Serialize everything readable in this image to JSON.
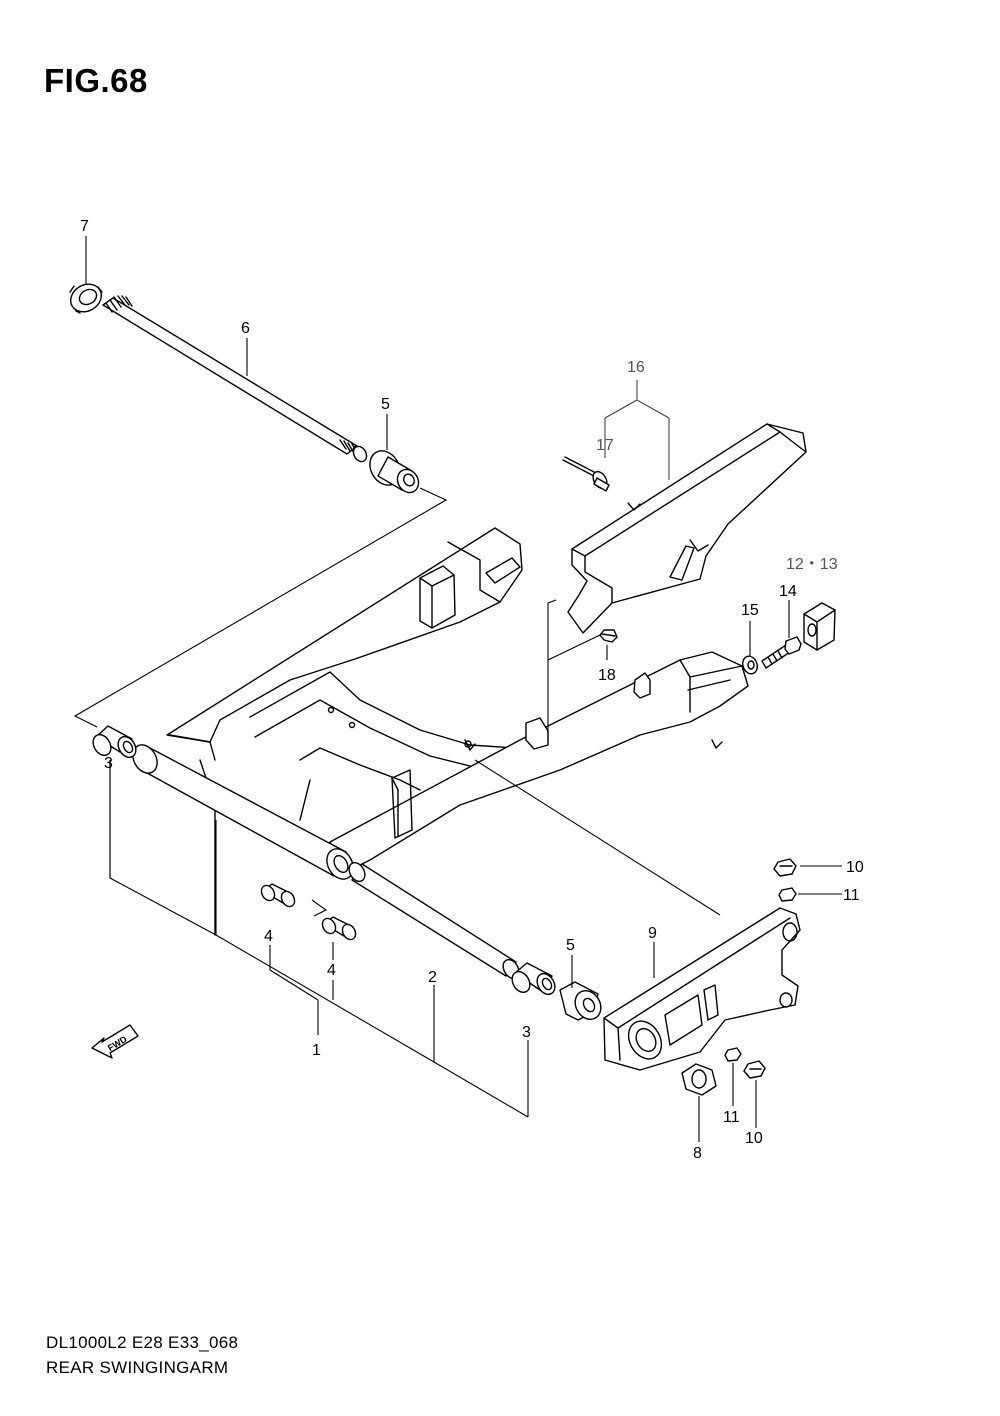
{
  "figure": {
    "title": "FIG.68",
    "model_code": "DL1000L2 E28 E33_068",
    "name": "REAR SWINGINGARM"
  },
  "direction_label": "FWD",
  "callouts": [
    {
      "id": "c7",
      "text": "7"
    },
    {
      "id": "c6",
      "text": "6"
    },
    {
      "id": "c5a",
      "text": "5"
    },
    {
      "id": "c16",
      "text": "16"
    },
    {
      "id": "c17",
      "text": "17"
    },
    {
      "id": "c1213",
      "text": "12・13"
    },
    {
      "id": "c14",
      "text": "14"
    },
    {
      "id": "c15",
      "text": "15"
    },
    {
      "id": "c18",
      "text": "18"
    },
    {
      "id": "c3a",
      "text": "3"
    },
    {
      "id": "c4a",
      "text": "4"
    },
    {
      "id": "c4b",
      "text": "4"
    },
    {
      "id": "c2",
      "text": "2"
    },
    {
      "id": "c5b",
      "text": "5"
    },
    {
      "id": "c3b",
      "text": "3"
    },
    {
      "id": "c1",
      "text": "1"
    },
    {
      "id": "c9",
      "text": "9"
    },
    {
      "id": "c10a",
      "text": "10"
    },
    {
      "id": "c11a",
      "text": "11"
    },
    {
      "id": "c11b",
      "text": "11"
    },
    {
      "id": "c10b",
      "text": "10"
    },
    {
      "id": "c8",
      "text": "8"
    }
  ]
}
